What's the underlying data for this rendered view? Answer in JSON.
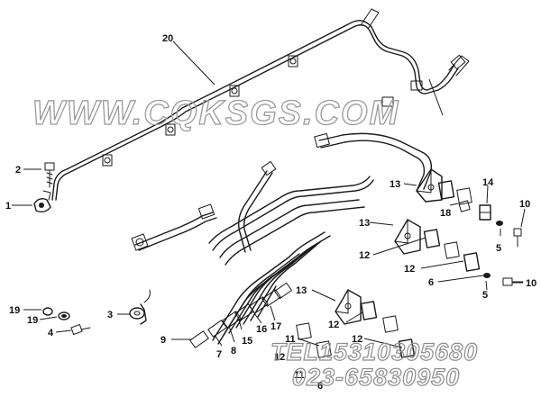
{
  "callouts": {
    "n1": "1",
    "n2": "2",
    "n3": "3",
    "n4": "4",
    "n5a": "5",
    "n5b": "5",
    "n6a": "6",
    "n6b": "6",
    "n7": "7",
    "n8": "8",
    "n9": "9",
    "n10a": "10",
    "n10b": "10",
    "n11a": "11",
    "n11b": "11",
    "n12a": "12",
    "n12b": "12",
    "n12c": "12",
    "n12d": "12",
    "n12e": "12",
    "n13a": "13",
    "n13b": "13",
    "n13c": "13",
    "n14": "14",
    "n15": "15",
    "n16": "16",
    "n17": "17",
    "n18": "18",
    "n19a": "19",
    "n19b": "19",
    "n20": "20"
  },
  "watermark": {
    "url": "WWW.CQKSGS.COM",
    "tel": "TEL15310305680",
    "phone": "023-65830950"
  }
}
